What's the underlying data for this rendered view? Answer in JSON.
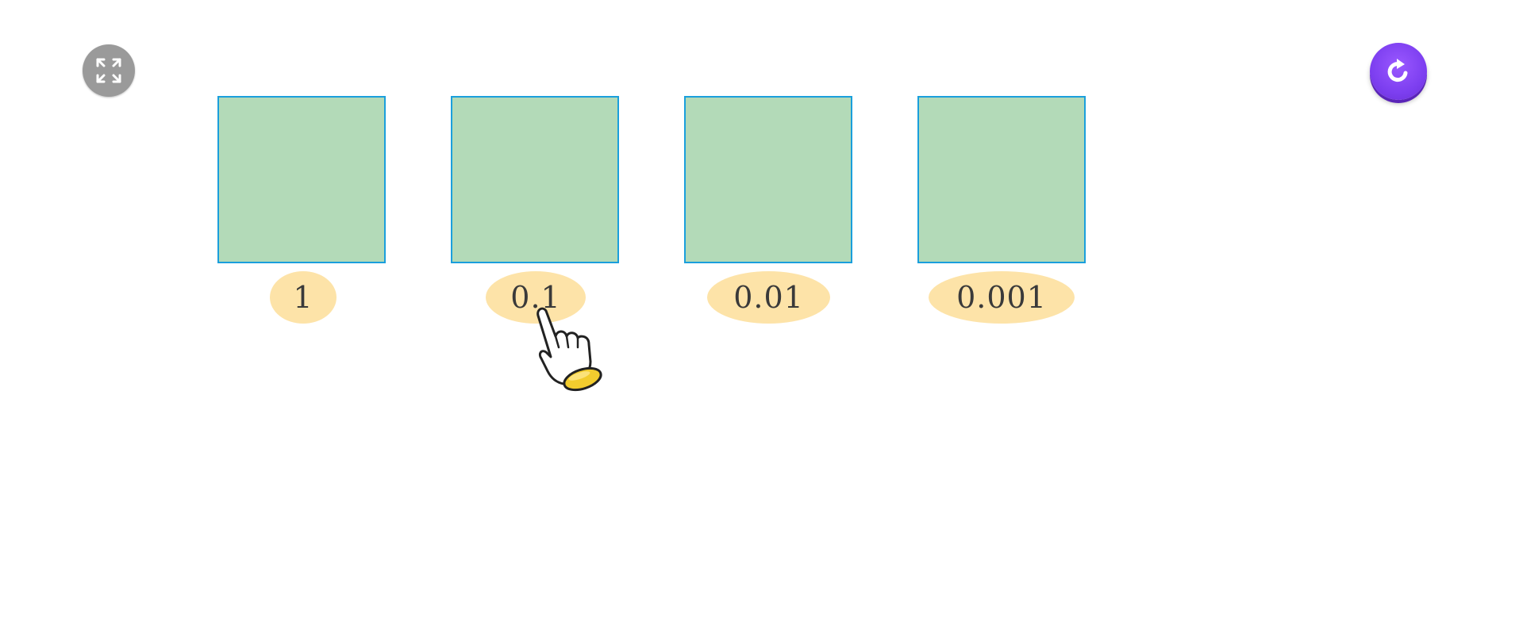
{
  "controls": {
    "fullscreen_icon": "expand-arrows-icon",
    "reset_icon": "refresh-icon",
    "reset_color": "#7d3ff0"
  },
  "tiles": [
    {
      "label": "1",
      "fill": "#b3dab8",
      "border": "#1a9fdc"
    },
    {
      "label": "0.1",
      "fill": "#b3dab8",
      "border": "#1a9fdc"
    },
    {
      "label": "0.01",
      "fill": "#b3dab8",
      "border": "#1a9fdc"
    },
    {
      "label": "0.001",
      "fill": "#b3dab8",
      "border": "#1a9fdc"
    }
  ],
  "label_pill_color": "#fde3a8",
  "pointer": {
    "icon": "pointing-hand-icon",
    "target": "label-0.1"
  }
}
